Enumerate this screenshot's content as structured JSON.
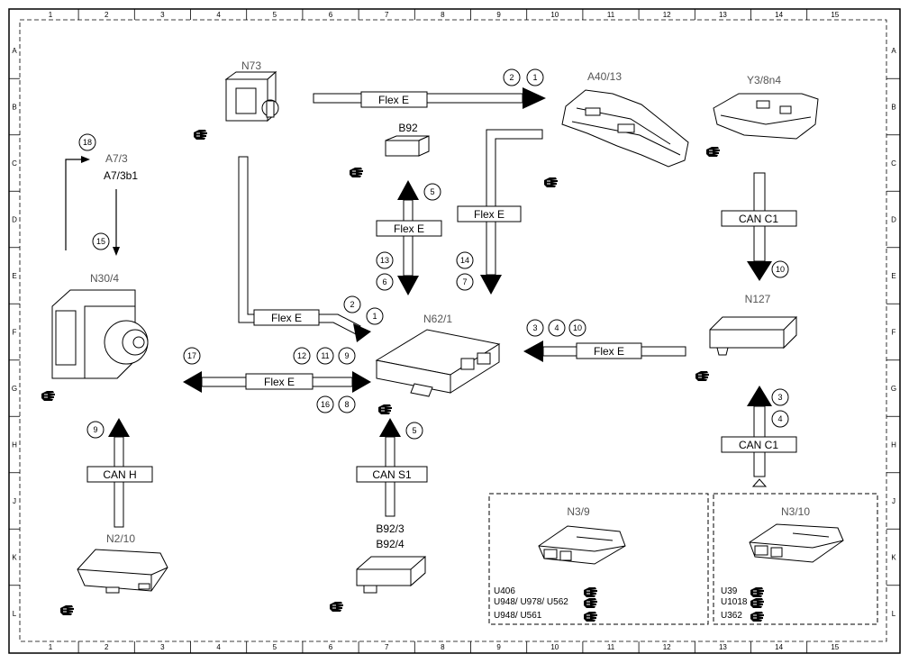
{
  "frame": {
    "columns": [
      "1",
      "2",
      "3",
      "4",
      "5",
      "6",
      "7",
      "8",
      "9",
      "10",
      "11",
      "12",
      "13",
      "14",
      "15"
    ],
    "rows": [
      "A",
      "B",
      "C",
      "D",
      "E",
      "F",
      "G",
      "H",
      "J",
      "K",
      "L"
    ]
  },
  "components": {
    "n73": "N73",
    "a40_13": "A40/13",
    "y3_8n4": "Y3/8n4",
    "b92": "B92",
    "a7_3": "A7/3",
    "a7_3b1": "A7/3b1",
    "n30_4": "N30/4",
    "n62_1": "N62/1",
    "n127": "N127",
    "n2_10": "N2/10",
    "b92_3": "B92/3",
    "b92_4": "B92/4",
    "n3_9": "N3/9",
    "n3_10": "N3/10"
  },
  "buses": {
    "flex_e": "Flex E",
    "can_c1": "CAN C1",
    "can_h": "CAN H",
    "can_s1": "CAN S1"
  },
  "refs": {
    "n3_9": [
      "U406",
      "U948/ U978/ U562",
      "U948/ U561"
    ],
    "n3_10": [
      "U39",
      "U1018",
      "U362"
    ]
  },
  "markers": {
    "m_n73_1": "2",
    "m_n73_2": "1",
    "m_b92_5": "5",
    "m_mid_13": "13",
    "m_mid_6": "6",
    "m_a40_14": "14",
    "m_a40_7": "7",
    "m_y3_10": "10",
    "m_a7_18": "18",
    "m_a7_15": "15",
    "m_n62in_2": "2",
    "m_n62in_1": "1",
    "m_fg_12": "12",
    "m_fg_11": "11",
    "m_fg_9": "9",
    "m_fg_16": "16",
    "m_fg_8": "8",
    "m_fg_17": "17",
    "m_n127_3": "3",
    "m_n127_4": "4",
    "m_n127_10": "10",
    "m_cans1_5": "5",
    "m_canh_9": "9",
    "m_canc1_3": "3",
    "m_canc1_4": "4"
  },
  "icons": {
    "reference": "pointing-hand-icon"
  }
}
